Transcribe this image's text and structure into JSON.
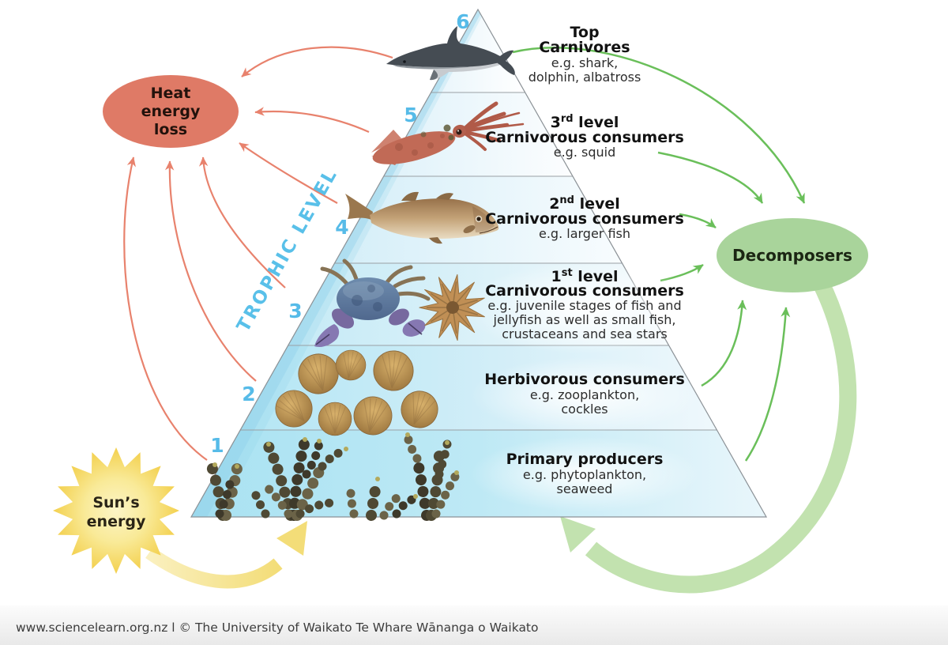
{
  "levels": [
    {
      "num": "6",
      "title_a": "Top",
      "title_b": "Carnivores",
      "eg1": "e.g. shark,",
      "eg2": "dolphin, albatross",
      "animal": "dolphin"
    },
    {
      "num": "5",
      "ord_num": "3",
      "ord_sup": "rd",
      "ord_rest": " level",
      "title_b": "Carnivorous consumers",
      "eg1": "e.g. squid",
      "animal": "squid"
    },
    {
      "num": "4",
      "ord_num": "2",
      "ord_sup": "nd",
      "ord_rest": " level",
      "title_b": "Carnivorous consumers",
      "eg1": "e.g. larger fish",
      "animal": "fish"
    },
    {
      "num": "3",
      "ord_num": "1",
      "ord_sup": "st",
      "ord_rest": " level",
      "title_b": "Carnivorous consumers",
      "eg1": "e.g. juvenile stages of fish and",
      "eg2": "jellyfish as well as small fish,",
      "eg3": "crustaceans and sea stars",
      "animal": "crab-and-sea-star"
    },
    {
      "num": "2",
      "title_b": "Herbivorous consumers",
      "eg1": "e.g. zooplankton,",
      "eg2": "cockles",
      "animal": "cockles"
    },
    {
      "num": "1",
      "title_b": "Primary producers",
      "eg1": "e.g. phytoplankton,",
      "eg2": "seaweed",
      "animal": "seaweed"
    }
  ],
  "heat": {
    "line1": "Heat",
    "line2": "energy",
    "line3": "loss"
  },
  "sun": {
    "line1": "Sun’s",
    "line2": "energy"
  },
  "decomposers": {
    "label": "Decomposers"
  },
  "axis": {
    "label": "TROPHIC LEVEL"
  },
  "footer": {
    "text": "www.sciencelearn.org.nz l © The University of Waikato Te Whare Wānanga o Waikato"
  },
  "colors": {
    "heat_fill": "#df7a66",
    "heat_text": "#23120c",
    "sun_edge": "#f3d254",
    "sun_center": "#fdf6d8",
    "sun_text": "#2a2416",
    "decomposers_fill": "#a9d49b",
    "decomposers_text": "#1b2613",
    "red_arrow": "#e8826d",
    "green_arrow": "#6abf5a",
    "green_flow": "#c2e2af",
    "yellow_flow": "#f4e193",
    "level_number": "#56bbe8",
    "axis_label": "#59c0e9",
    "pyramid_blue": "#a8e1f1"
  }
}
